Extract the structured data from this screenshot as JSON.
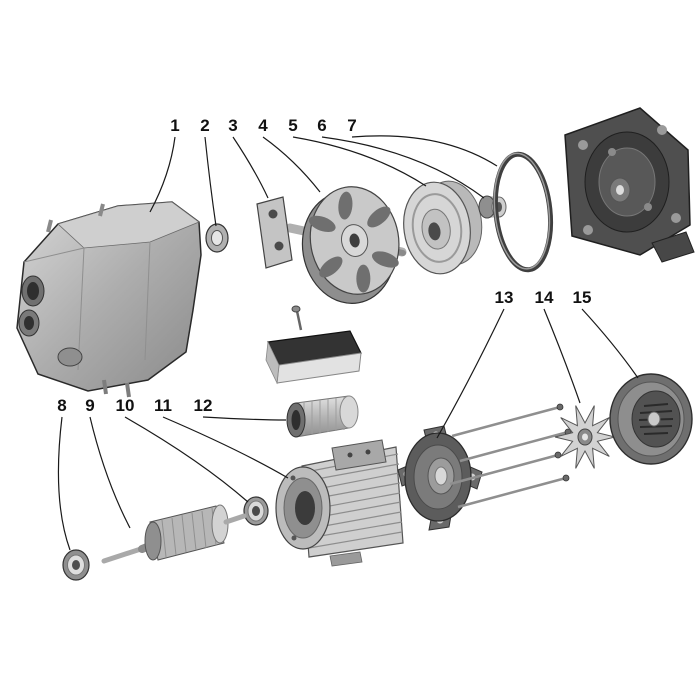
{
  "figure": {
    "background_color": "#ffffff",
    "leader_line_color": "#1a1a1a",
    "palette": {
      "dark": "#4a4a4a",
      "mid": "#9a9a9a",
      "light": "#d6d6d6"
    },
    "callouts": [
      {
        "label": "1"
      },
      {
        "label": "2"
      },
      {
        "label": "3"
      },
      {
        "label": "4"
      },
      {
        "label": "5"
      },
      {
        "label": "6"
      },
      {
        "label": "7"
      },
      {
        "label": "8"
      },
      {
        "label": "9"
      },
      {
        "label": "10"
      },
      {
        "label": "11"
      },
      {
        "label": "12"
      },
      {
        "label": "13"
      },
      {
        "label": "14"
      },
      {
        "label": "15"
      }
    ]
  }
}
